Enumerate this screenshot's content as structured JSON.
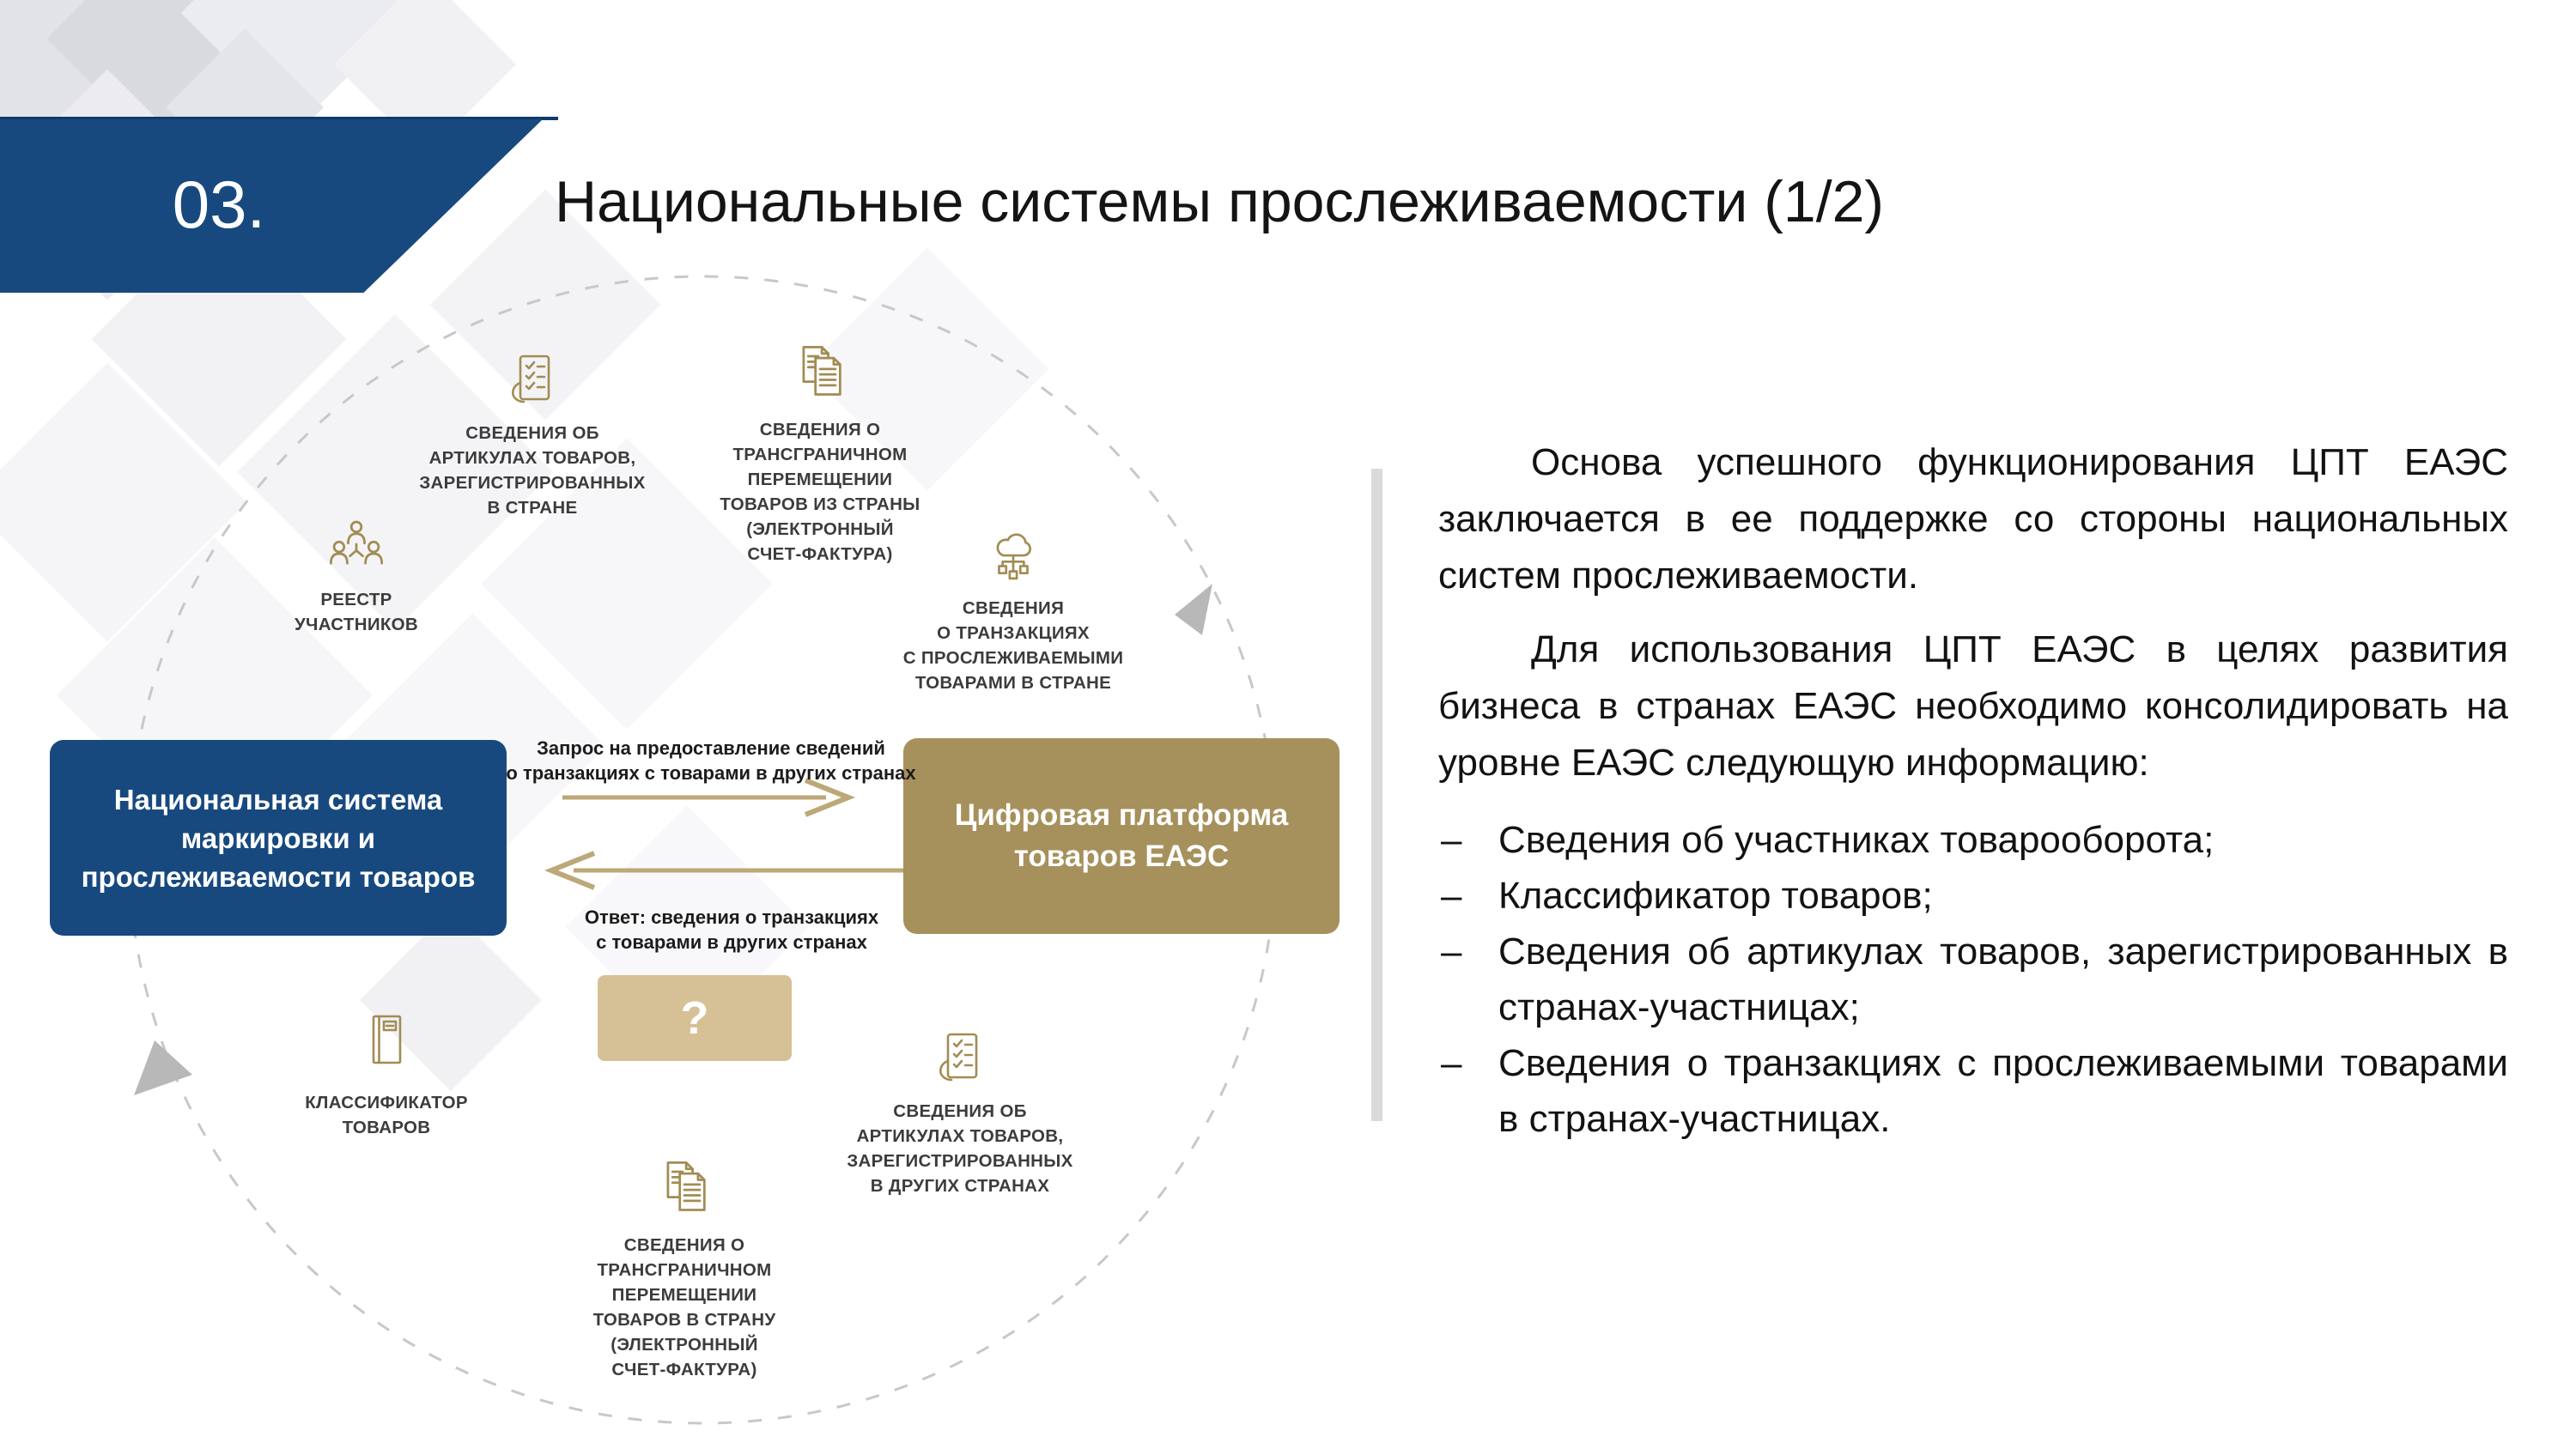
{
  "slide": {
    "number": "03.",
    "title": "Национальные системы прослеживаемости (1/2)"
  },
  "diagram": {
    "items": [
      {
        "icon": "checklist-document-icon",
        "label": "СВЕДЕНИЯ ОБ\nАРТИКУЛАХ ТОВАРОВ,\nЗАРЕГИСТРИРОВАННЫХ\nВ СТРАНЕ"
      },
      {
        "icon": "documents-icon",
        "label": "СВЕДЕНИЯ О\nТРАНСГРАНИЧНОМ\nПЕРЕМЕЩЕНИИ\nТОВАРОВ ИЗ СТРАНЫ\n(ЭЛЕКТРОННЫЙ\nСЧЕТ-ФАКТУРА)"
      },
      {
        "icon": "participants-icon",
        "label": "РЕЕСТР\nУЧАСТНИКОВ"
      },
      {
        "icon": "cloud-network-icon",
        "label": "СВЕДЕНИЯ\nО ТРАНЗАКЦИЯХ\nС ПРОСЛЕЖИВАЕМЫМИ\nТОВАРАМИ В СТРАНЕ"
      },
      {
        "icon": "book-icon",
        "label": "КЛАССИФИКАТОР\nТОВАРОВ"
      },
      {
        "icon": "checklist-document-icon",
        "label": "СВЕДЕНИЯ ОБ\nАРТИКУЛАХ ТОВАРОВ,\nЗАРЕГИСТРИРОВАННЫХ\nВ ДРУГИХ СТРАНАХ"
      },
      {
        "icon": "documents-icon",
        "label": "СВЕДЕНИЯ О\nТРАНСГРАНИЧНОМ\nПЕРЕМЕЩЕНИИ\nТОВАРОВ В СТРАНУ\n(ЭЛЕКТРОННЫЙ\nСЧЕТ-ФАКТУРА)"
      }
    ],
    "boxes": {
      "national": "Национальная система\nмаркировки и\nпрослеживаемости товаров",
      "platform": "Цифровая платформа\nтоваров ЕАЭС",
      "unknown": "?"
    },
    "flows": {
      "request": "Запрос на предоставление сведений\nо транзакциях с товарами в других странах",
      "response": "Ответ:  сведения о транзакциях\nс товарами в других странах"
    }
  },
  "sidebar": {
    "paragraphs": [
      "Основа успешного функционирования ЦПТ ЕАЭС заключается в ее поддержке со стороны национальных систем прослеживаемости.",
      "Для использования ЦПТ ЕАЭС в целях развития бизнеса в странах ЕАЭС необходимо консолидировать на уровне ЕАЭС следующую информацию:"
    ],
    "bullet_marker": "–",
    "bullets": [
      "Сведения об участниках товарооборота;",
      "Классификатор товаров;",
      "Сведения об артикулах товаров, зарегистрированных в странах-участницах;",
      "Сведения о транзакциях с прослеживаемыми товарами в странах-участницах."
    ]
  },
  "colors": {
    "navy": "#17497F",
    "gold": "#A6915C",
    "gold-light": "#D6C095",
    "icon-gold": "#A28C54",
    "arrow-gold": "#BCA878",
    "label-gray": "#3C3C3C",
    "circle-gray": "#C8C8C8",
    "arrowhead-gray": "#B8B8B8",
    "divider-gray": "#DADADA",
    "text-black": "#141414"
  }
}
